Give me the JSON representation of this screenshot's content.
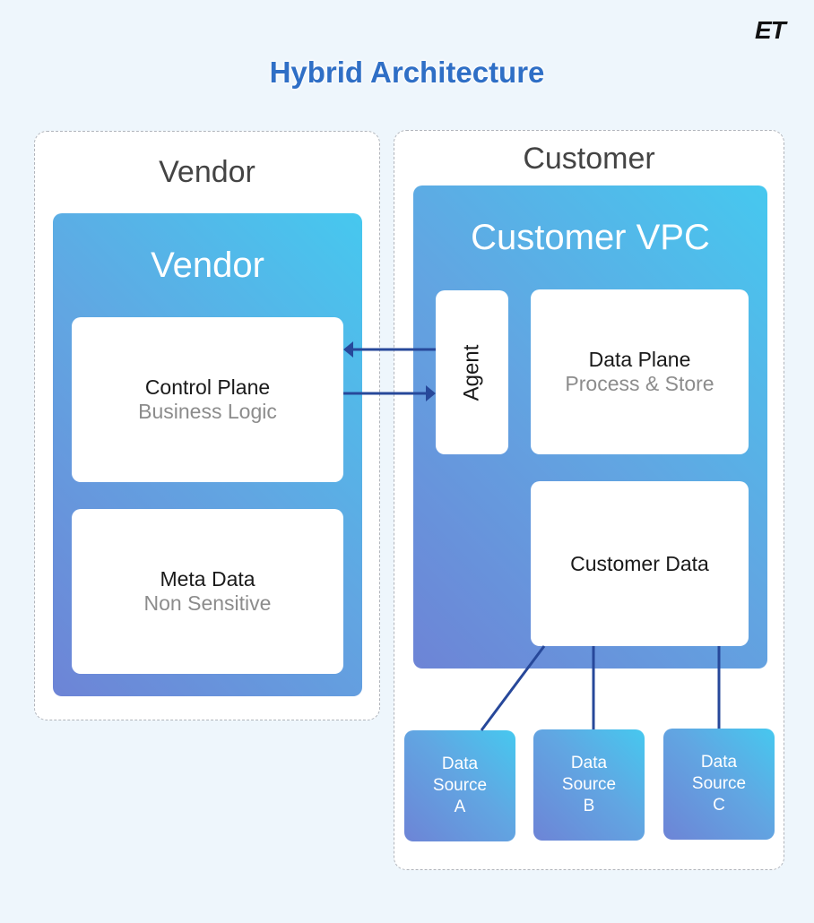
{
  "logo": "ET",
  "title": "Hybrid Architecture",
  "vendor_zone": {
    "label": "Vendor",
    "panel_label": "Vendor",
    "control_plane": {
      "title": "Control Plane",
      "subtitle": "Business Logic"
    },
    "meta_data": {
      "title": "Meta Data",
      "subtitle": "Non Sensitive"
    }
  },
  "customer_zone": {
    "label": "Customer",
    "vpc_label": "Customer VPC",
    "agent": "Agent",
    "data_plane": {
      "title": "Data Plane",
      "subtitle": "Process & Store"
    },
    "customer_data": "Customer Data",
    "data_sources": [
      {
        "line1": "Data",
        "line2": "Source",
        "line3": "A"
      },
      {
        "line1": "Data",
        "line2": "Source",
        "line3": "B"
      },
      {
        "line1": "Data",
        "line2": "Source",
        "line3": "C"
      }
    ]
  },
  "connections": [
    {
      "from": "Agent",
      "to": "Control Plane",
      "direction": "arrow"
    },
    {
      "from": "Control Plane",
      "to": "Agent",
      "direction": "arrow"
    },
    {
      "from": "Customer Data",
      "to": "Data Source A",
      "direction": "line"
    },
    {
      "from": "Customer Data",
      "to": "Data Source B",
      "direction": "line"
    },
    {
      "from": "Customer Data",
      "to": "Data Source C",
      "direction": "line"
    }
  ],
  "colors": {
    "title": "#2f6fc6",
    "connector": "#27489a"
  }
}
